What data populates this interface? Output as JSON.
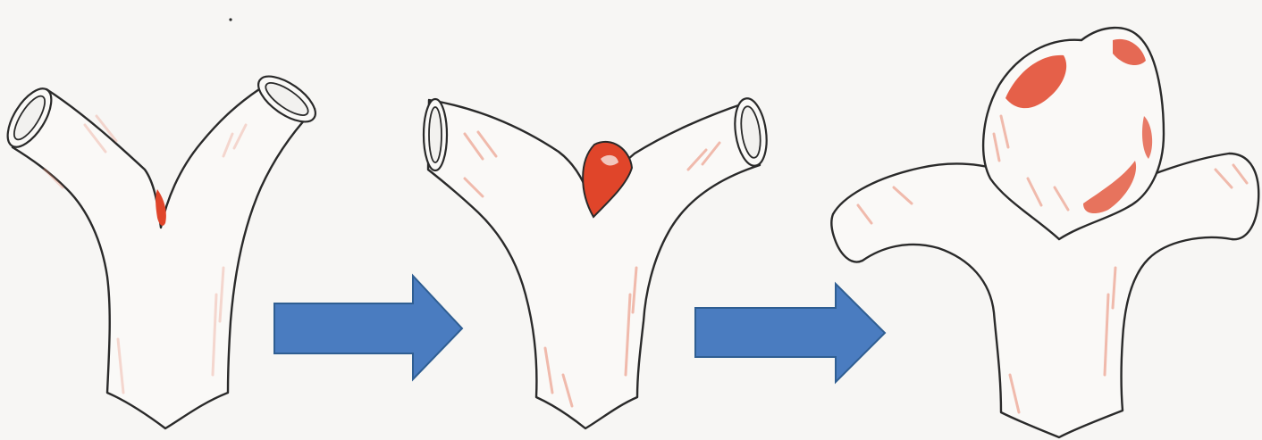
{
  "figure": {
    "stages": [
      {
        "name": "bifurcation-small-bulge",
        "icon": "vessel-bifurcation-icon"
      },
      {
        "name": "bifurcation-small-aneurysm",
        "icon": "vessel-bifurcation-icon"
      },
      {
        "name": "bifurcation-large-aneurysm",
        "icon": "vessel-bifurcation-icon"
      }
    ],
    "arrows": [
      {
        "name": "progression-arrow-1",
        "icon": "right-arrow-icon"
      },
      {
        "name": "progression-arrow-2",
        "icon": "right-arrow-icon"
      }
    ]
  },
  "colors": {
    "background": "#f7f6f4",
    "vessel_fill": "#faf9f7",
    "outline": "#2a2a2a",
    "aneurysm_red": "#e0452a",
    "shading_red": "#e8866f",
    "arrow_fill": "#4a7cc0",
    "arrow_stroke": "#2f5e92"
  }
}
